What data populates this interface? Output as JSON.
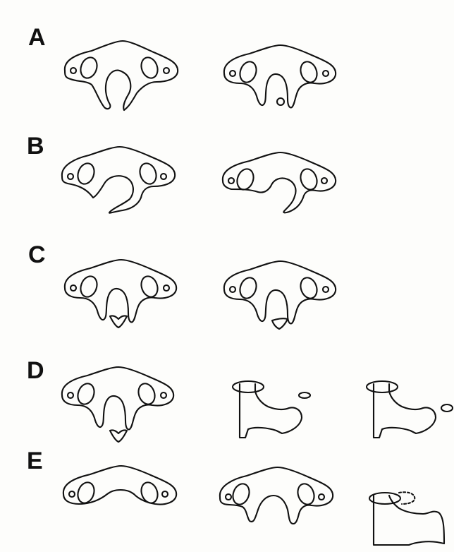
{
  "figure": {
    "rows": [
      {
        "label": "A"
      },
      {
        "label": "B"
      },
      {
        "label": "C"
      },
      {
        "label": "D"
      },
      {
        "label": "E"
      }
    ]
  }
}
